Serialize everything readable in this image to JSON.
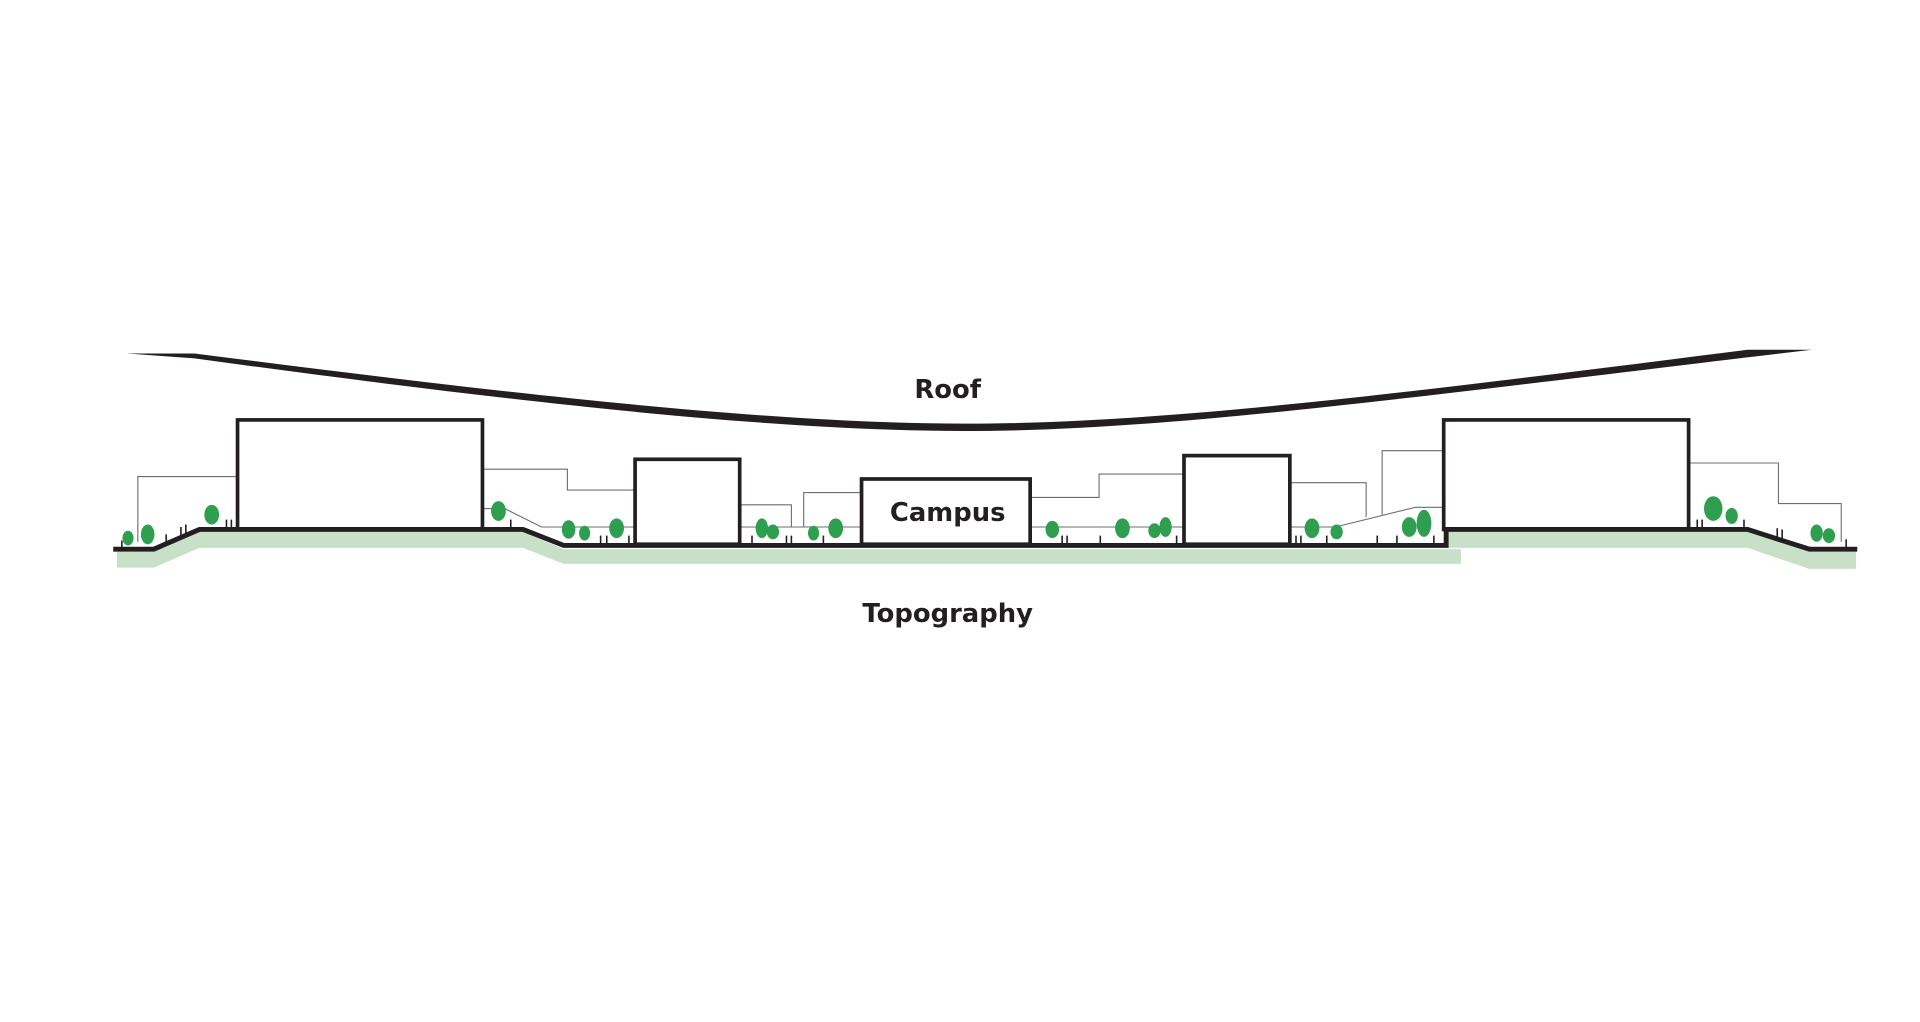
{
  "diagram": {
    "labels": {
      "roof": "Roof",
      "campus": "Campus",
      "topography": "Topography"
    },
    "colors": {
      "line": "#231f20",
      "ground_fill": "#c8e0c8",
      "tree": "#2e9e4f",
      "context_line": "#6d6d6d"
    }
  }
}
